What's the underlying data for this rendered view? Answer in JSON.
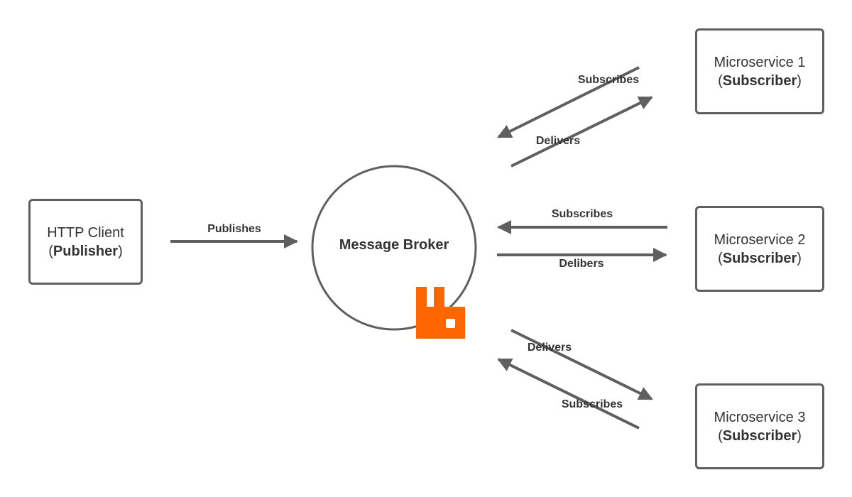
{
  "colors": {
    "stroke": "#5f5f5f",
    "text": "#333333",
    "logo": "#ff6600"
  },
  "publisher": {
    "line1": "HTTP Client",
    "paren_open": "(",
    "role": "Publisher",
    "paren_close": ")"
  },
  "broker": {
    "label": "Message Broker",
    "logo_icon": "rabbitmq-logo"
  },
  "subscribers": [
    {
      "line1": "Microservice 1",
      "paren_open": "(",
      "role": "Subscriber",
      "paren_close": ")"
    },
    {
      "line1": "Microservice 2",
      "paren_open": "(",
      "role": "Subscriber",
      "paren_close": ")"
    },
    {
      "line1": "Microservice 3",
      "paren_open": "(",
      "role": "Subscriber",
      "paren_close": ")"
    }
  ],
  "edges": {
    "publishes": "Publishes",
    "ms1_subscribes": "Subscribes",
    "ms1_delivers": "Delivers",
    "ms2_subscribes": "Subscribes",
    "ms2_delivers": "Delibers",
    "ms3_delivers": "Delivers",
    "ms3_subscribes": "Subscribes"
  }
}
